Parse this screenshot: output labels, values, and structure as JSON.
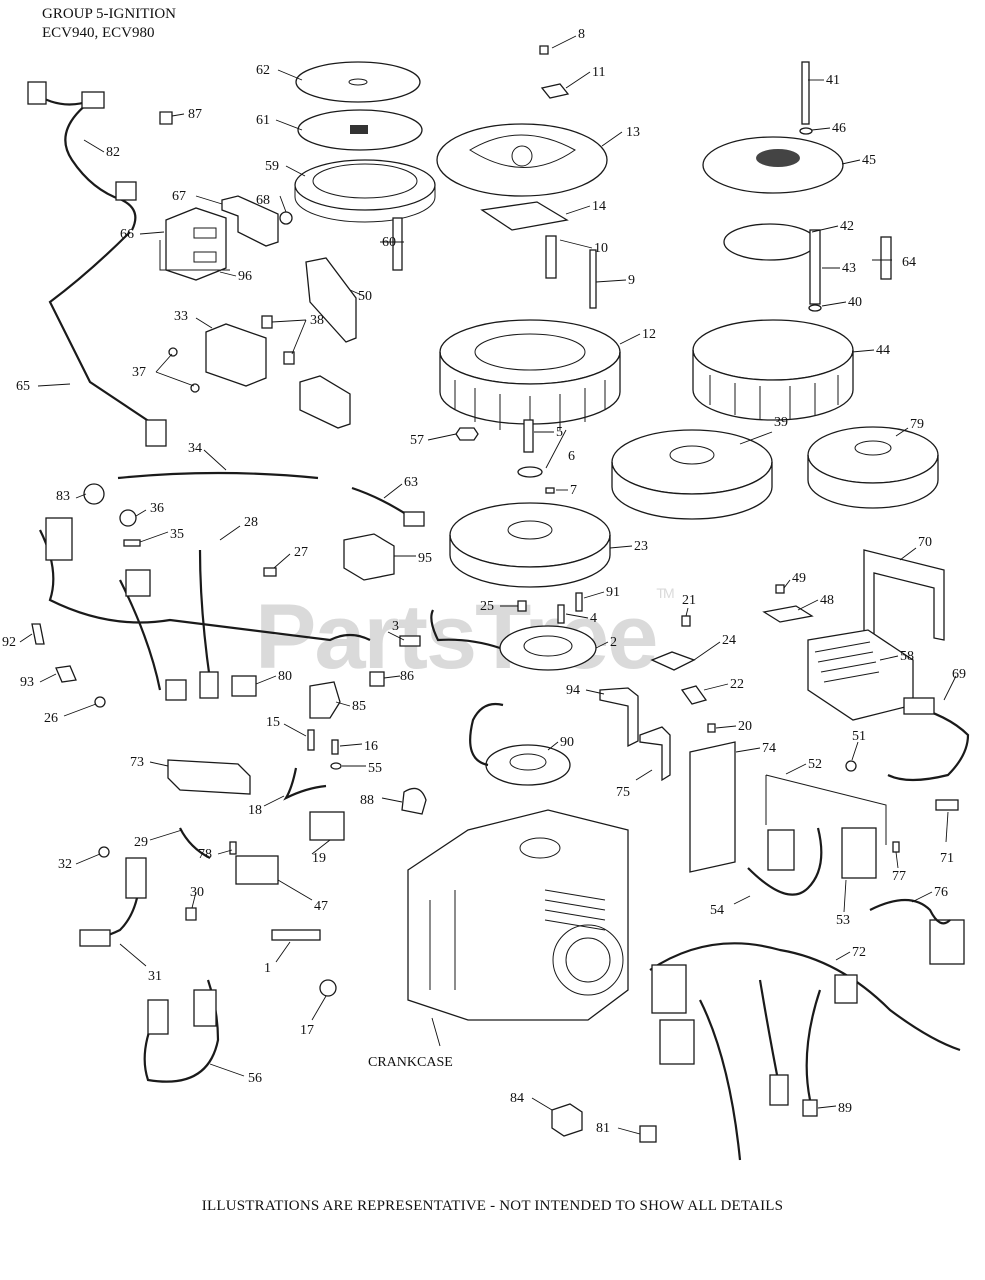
{
  "header": {
    "line1": "GROUP 5-IGNITION",
    "line2": "ECV940, ECV980"
  },
  "footer": {
    "note": "ILLUSTRATIONS ARE REPRESENTATIVE - NOT INTENDED TO SHOW ALL DETAILS"
  },
  "watermark": {
    "text": "PartsTree",
    "mark": "TM"
  },
  "callouts": {
    "crankcase": "CRANKCASE",
    "c1": "1",
    "c2": "2",
    "c3": "3",
    "c4": "4",
    "c5": "5",
    "c6": "6",
    "c7": "7",
    "c8": "8",
    "c9": "9",
    "c10": "10",
    "c11": "11",
    "c12": "12",
    "c13": "13",
    "c14": "14",
    "c15": "15",
    "c16": "16",
    "c17": "17",
    "c18": "18",
    "c19": "19",
    "c20": "20",
    "c21": "21",
    "c22": "22",
    "c23": "23",
    "c24": "24",
    "c25": "25",
    "c26": "26",
    "c27": "27",
    "c28": "28",
    "c29": "29",
    "c30": "30",
    "c31": "31",
    "c32": "32",
    "c33": "33",
    "c34": "34",
    "c35": "35",
    "c36": "36",
    "c37": "37",
    "c38": "38",
    "c39": "39",
    "c40": "40",
    "c41": "41",
    "c42": "42",
    "c43": "43",
    "c44": "44",
    "c45": "45",
    "c46": "46",
    "c47": "47",
    "c48": "48",
    "c49": "49",
    "c50": "50",
    "c51": "51",
    "c52": "52",
    "c53": "53",
    "c54": "54",
    "c55": "55",
    "c56": "56",
    "c57": "57",
    "c58": "58",
    "c59": "59",
    "c60": "60",
    "c61": "61",
    "c62": "62",
    "c63": "63",
    "c64": "64",
    "c65": "65",
    "c66": "66",
    "c67": "67",
    "c68": "68",
    "c69": "69",
    "c70": "70",
    "c71": "71",
    "c72": "72",
    "c73": "73",
    "c74": "74",
    "c75": "75",
    "c76": "76",
    "c77": "77",
    "c78": "78",
    "c79": "79",
    "c80": "80",
    "c81": "81",
    "c82": "82",
    "c83": "83",
    "c84": "84",
    "c85": "85",
    "c86": "86",
    "c87": "87",
    "c88": "88",
    "c89": "89",
    "c90": "90",
    "c91": "91",
    "c92": "92",
    "c93": "93",
    "c94": "94",
    "c95": "95",
    "c96": "96"
  }
}
